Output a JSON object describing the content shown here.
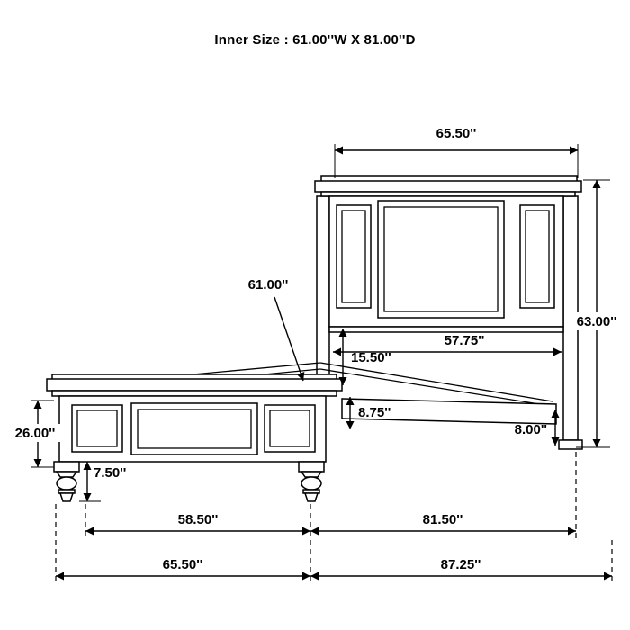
{
  "title": "Inner Size : 61.00''W X 81.00''D",
  "dims": {
    "headboard_top_width": "65.50''",
    "headboard_height": "63.00''",
    "inner_width": "61.00''",
    "headboard_inner_width": "57.75''",
    "headboard_bottom_gap": "15.50''",
    "rail_height": "8.75''",
    "rail_floor_clearance": "8.00''",
    "footboard_height": "26.00''",
    "footboard_leg_height": "7.50''",
    "footboard_inner_span": "58.50''",
    "rail_span": "81.50''",
    "footboard_width": "65.50''",
    "overall_depth": "87.25''"
  }
}
